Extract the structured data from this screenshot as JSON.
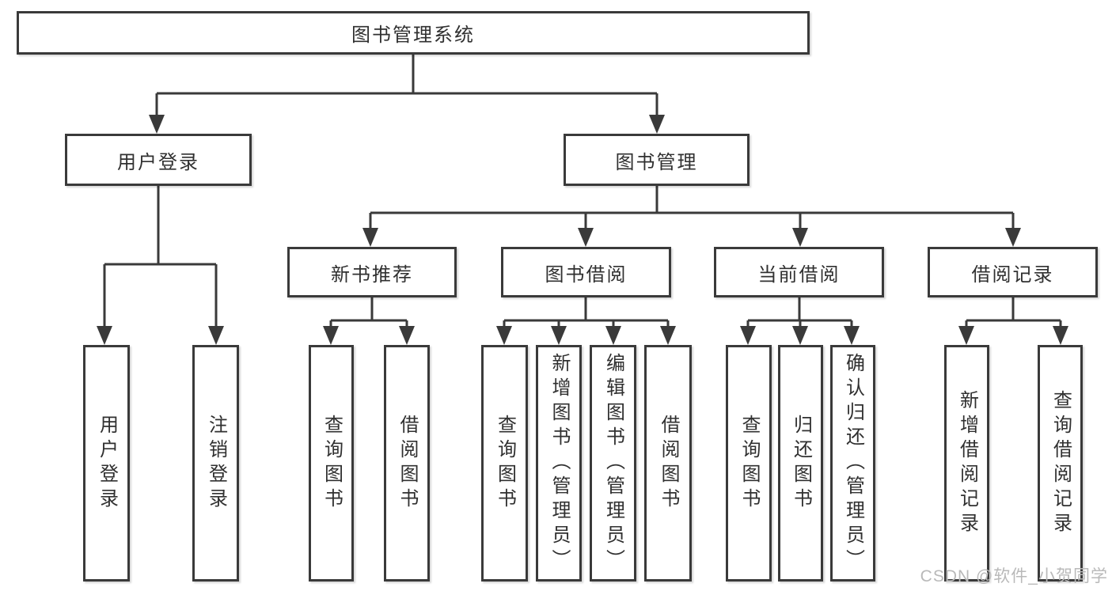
{
  "diagram": {
    "title": "图书管理系统",
    "nodes": {
      "root": "图书管理系统",
      "user_login": "用户登录",
      "book_management": "图书管理",
      "new_book_recommend": "新书推荐",
      "book_borrow": "图书借阅",
      "current_borrow": "当前借阅",
      "borrow_records": "借阅记录",
      "login_children": {
        "user_login": "用户登录",
        "logout": "注销登录"
      },
      "new_book_children": {
        "query_books": "查询图书",
        "borrow_books": "借阅图书"
      },
      "book_borrow_children": {
        "query_books": "查询图书",
        "add_books": "新增图书（管理员）",
        "edit_books": "编辑图书（管理员）",
        "borrow_books": "借阅图书"
      },
      "current_borrow_children": {
        "query_books": "查询图书",
        "return_books": "归还图书",
        "confirm_return": "确认归还（管理员）"
      },
      "borrow_record_children": {
        "add_record": "新增借阅记录",
        "query_record": "查询借阅记录"
      }
    },
    "colors": {
      "line": "#3a3a3a",
      "text": "#303030",
      "background": "#ffffff",
      "watermark": "#b9b9b9"
    }
  },
  "watermark": "CSDN @软件_小贺同学"
}
